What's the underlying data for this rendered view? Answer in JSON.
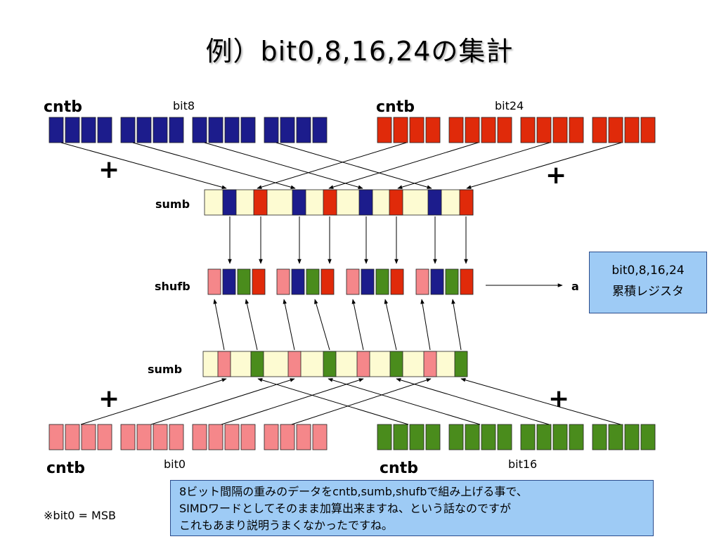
{
  "title": "例）bit0,8,16,24の集計",
  "labels": {
    "cntb_tl": "cntb",
    "cntb_tr": "cntb",
    "cntb_bl": "cntb",
    "cntb_br": "cntb",
    "bit8": "bit8",
    "bit24": "bit24",
    "bit0": "bit0",
    "bit16": "bit16",
    "sumb_top": "sumb",
    "sumb_bottom": "sumb",
    "shufb": "shufb",
    "a": "a",
    "plus": "+"
  },
  "accumulator": {
    "line1": "bit0,8,16,24",
    "line2": "累積レジスタ"
  },
  "note": {
    "line1": "8ビット間隔の重みのデータをcntb,sumb,shufbで組み上げる事で、",
    "line2": "SIMDワードとしてそのまま加算出来ますね、という話なのですが",
    "line3": "これもあまり説明うまくなかったですね。"
  },
  "footnote": "※bit0 = MSB",
  "colors": {
    "blue": "#1c1c8c",
    "red": "#e02a0a",
    "pink": "#f5878a",
    "green": "#4a8c1c",
    "cream": "#fdfbd2",
    "callout": "#9ecbf5"
  }
}
